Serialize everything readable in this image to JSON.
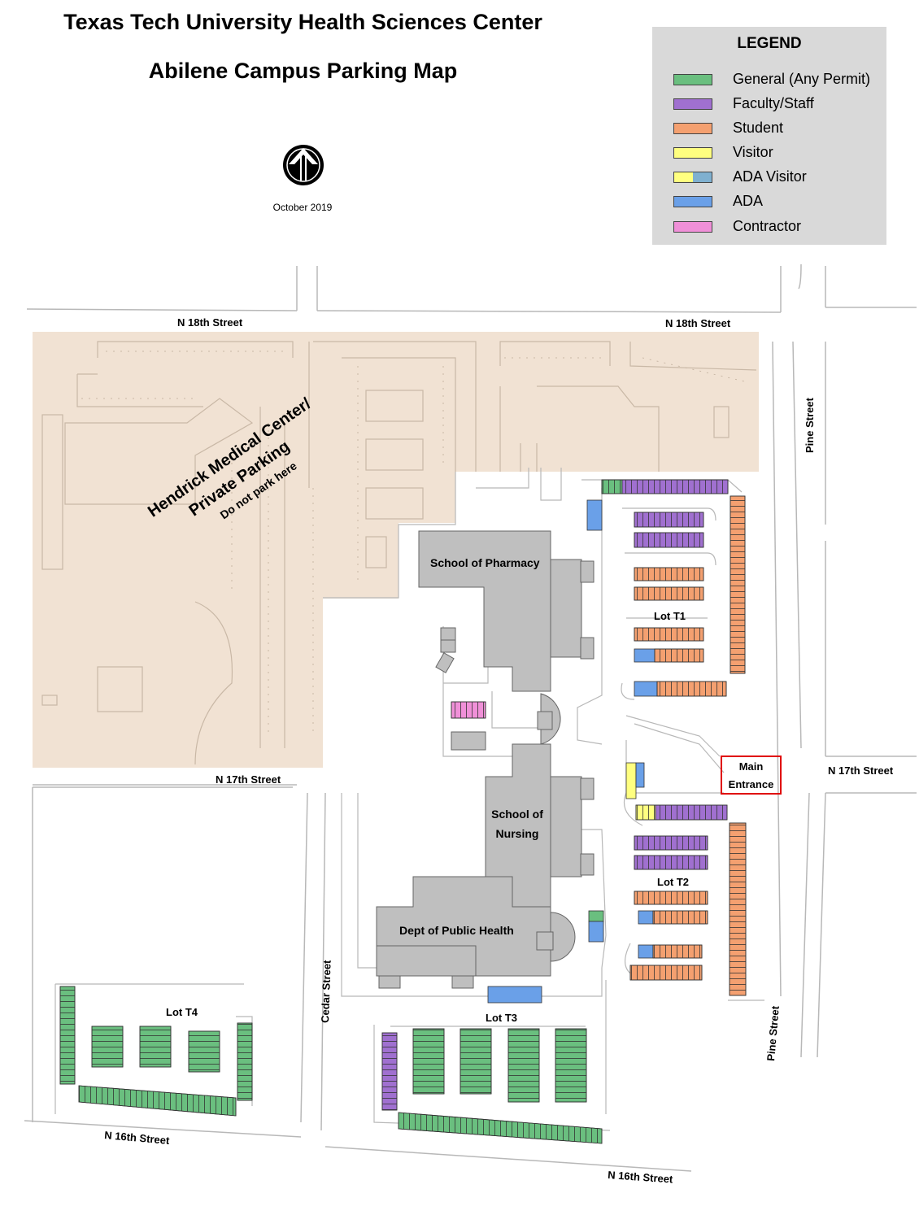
{
  "header": {
    "title_line1": "Texas Tech University Health Sciences Center",
    "title_line2": "Abilene Campus Parking Map",
    "date": "October 2019"
  },
  "legend": {
    "title": "LEGEND",
    "items": [
      {
        "label": "General (Any Permit)",
        "color": "#6abf7f"
      },
      {
        "label": "Faculty/Staff",
        "color": "#a070d0"
      },
      {
        "label": "Student",
        "color": "#f4a070"
      },
      {
        "label": "Visitor",
        "color": "#ffff80"
      },
      {
        "label": "ADA Visitor",
        "color": "#ffff80",
        "color2": "#7fb0d0"
      },
      {
        "label": "ADA",
        "color": "#6aa0e8"
      },
      {
        "label": "Contractor",
        "color": "#f090d8"
      }
    ]
  },
  "colors": {
    "private_area": "#f1e2d3",
    "building": "#bfbfbf",
    "general": "#6abf7f",
    "faculty": "#a070d0",
    "student": "#f4a070",
    "visitor": "#ffff80",
    "ada": "#6aa0e8",
    "contractor": "#f090d8",
    "main_entrance_border": "#e00000"
  },
  "streets": {
    "n18_left": "N 18th Street",
    "n18_right": "N 18th Street",
    "n17_left": "N 17th Street",
    "n17_right": "N 17th Street",
    "n16_left": "N 16th Street",
    "n16_right": "N 16th Street",
    "pine_top": "Pine Street",
    "pine_bottom": "Pine Street",
    "cedar": "Cedar Street"
  },
  "private": {
    "line1": "Hendrick Medical Center/",
    "line2": "Private Parking",
    "line3": "Do not park here"
  },
  "buildings": {
    "pharmacy": "School of Pharmacy",
    "nursing_line1": "School of",
    "nursing_line2": "Nursing",
    "public_health": "Dept of Public Health"
  },
  "lots": {
    "t1": "Lot T1",
    "t2": "Lot T2",
    "t3": "Lot T3",
    "t4": "Lot T4"
  },
  "main_entrance": {
    "line1": "Main",
    "line2": "Entrance"
  }
}
